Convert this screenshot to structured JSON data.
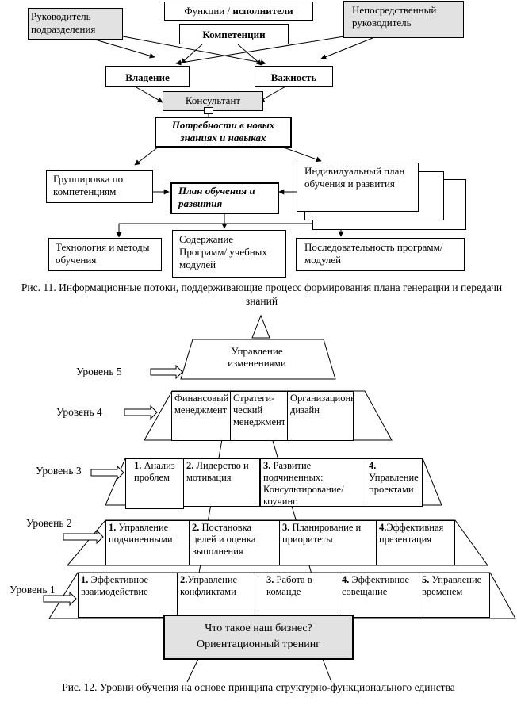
{
  "fig11": {
    "functions_prefix": "Функции / ",
    "functions_bold": "исполнители",
    "unit_head": "Руководитель подразделения",
    "direct_manager": "Непосредственный руководитель",
    "competencies": "Компетенции",
    "possession": "Владение",
    "importance": "Важность",
    "consultant": "Консультант",
    "needs": "Потребности в новых знаниях и навыках",
    "grouping": "Группировка по компетенциям",
    "individual_plan": "Индивидуальный план обучения и развития",
    "training_plan": "План обучения и развития",
    "technology": "Технология и методы обучения",
    "content": "Содержание Программ/ учебных модулей",
    "sequence": "Последовательность программ/модулей",
    "caption": "Рис. 11. Информационные потоки, поддерживающие процесс формирования плана генерации и передачи знаний"
  },
  "fig12": {
    "level5": "Уровень 5",
    "level4": "Уровень 4",
    "level3": "Уровень 3",
    "level2": "Уровень 2",
    "level1": "Уровень 1",
    "change_mgmt": "Управление изменениями",
    "l4": [
      "Финансовый менеджмент",
      "Стратеги-ческий менеджмент",
      "Организационный дизайн"
    ],
    "l3": [
      {
        "num": "1.",
        "text": " Анализ проблем"
      },
      {
        "num": "2.",
        "text": " Лидерство и мотивация"
      },
      {
        "num": "3.",
        "text": " Развитие подчиненных: Консультирование/ коучинг"
      },
      {
        "num": "4.",
        "text": " Управление проектами"
      }
    ],
    "l2": [
      {
        "num": "1.",
        "text": " Управление подчиненными"
      },
      {
        "num": "2.",
        "text": " Постановка целей и оценка выполнения"
      },
      {
        "num": "3.",
        "text": " Планирование и приоритеты"
      },
      {
        "num": "4.",
        "text": "Эффективная презентация"
      }
    ],
    "l1": [
      {
        "num": "1.",
        "text": " Эффективное взаимодействие"
      },
      {
        "num": "2.",
        "text": "Управление конфликтами"
      },
      {
        "num": "3.",
        "text": " Работа в команде"
      },
      {
        "num": "4.",
        "text": " Эффективное совещание"
      },
      {
        "num": "5.",
        "text": " Управление временем"
      }
    ],
    "orientation": "Что такое наш бизнес? Ориентационный тренинг",
    "caption": "Рис. 12. Уровни обучения на основе принципа структурно-функционального единства"
  }
}
